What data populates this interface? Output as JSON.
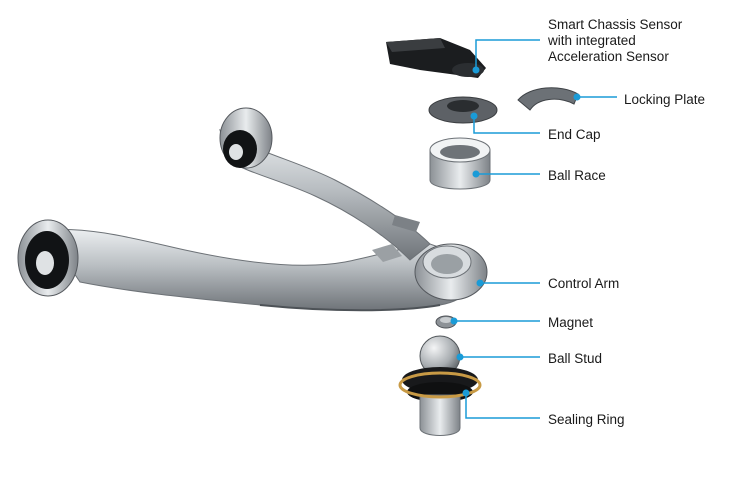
{
  "accent_color": "#1a9bd7",
  "labels": {
    "smart_chassis_sensor": [
      "Smart Chassis Sensor",
      "with integrated",
      "Acceleration Sensor"
    ],
    "locking_plate": "Locking Plate",
    "end_cap": "End Cap",
    "ball_race": "Ball Race",
    "control_arm": "Control Arm",
    "magnet": "Magnet",
    "ball_stud": "Ball Stud",
    "sealing_ring": "Sealing Ring"
  }
}
